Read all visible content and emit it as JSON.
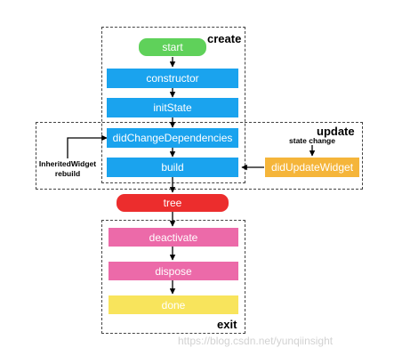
{
  "regions": {
    "create": "create",
    "update": "update",
    "exit": "exit"
  },
  "nodes": {
    "start": "start",
    "constructor": "constructor",
    "init_state": "initState",
    "did_change_dependencies": "didChangeDependencies",
    "build": "build",
    "did_update_widget": "didUpdateWidget",
    "tree": "tree",
    "deactivate": "deactivate",
    "dispose": "dispose",
    "done": "done"
  },
  "notes": {
    "inherited_widget_rebuild": "InheritedWidget\nrebuild",
    "state_change": "state change"
  },
  "watermark": "https://blog.csdn.net/yunqiinsight",
  "colors": {
    "start": "#5fd15a",
    "blue": "#1aa3ee",
    "orange": "#f5b53a",
    "tree": "#ec2d2d",
    "pink": "#ec6aa9",
    "yellow": "#f8e45c"
  }
}
